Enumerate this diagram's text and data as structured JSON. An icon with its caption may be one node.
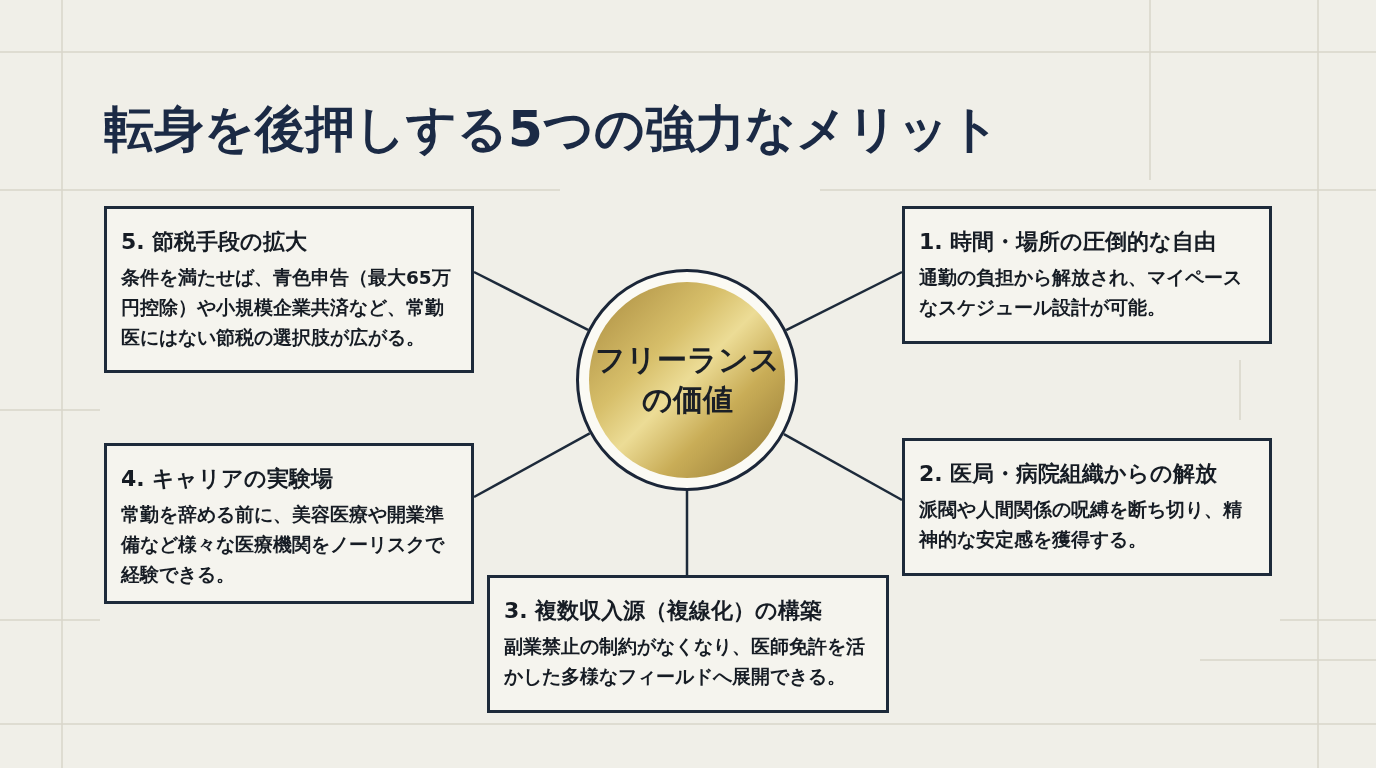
{
  "diagram": {
    "title": "転身を後押しする5つの強力なメリット",
    "nodes": [
      {
        "text": [
          "フリーランスの価値"
        ]
      },
      {
        "text": [
          "1. 時間・場所の圧倒的な自由",
          "通勤の負担から解放され、マイペースなスケジュール設計が可能。"
        ]
      },
      {
        "text": [
          "2. 医局・病院組織からの解放",
          "派閥や人間関係の呪縛を断ち切り、精神的な安定感を獲得する。"
        ]
      },
      {
        "text": [
          "3. 複数収入源（複線化）の構築",
          "副業禁止の制約がなくなり、医師免許を活かした多様なフィールドへ展開できる。"
        ]
      },
      {
        "text": [
          "4. キャリアの実験場",
          "常勤を辞める前に、美容医療や開業準備など様々な医療機関をノーリスクで経験できる。"
        ]
      },
      {
        "text": [
          "5. 節税手段の拡大",
          "条件を満たせば、青色申告（最大65万円控除）や小規模企業共済など、常勤医にはない節税の選択肢が広がる。"
        ]
      }
    ],
    "edges": [
      {
        "from": 0,
        "to": 1,
        "arrow": "none"
      },
      {
        "from": 0,
        "to": 2,
        "arrow": "none"
      },
      {
        "from": 0,
        "to": 3,
        "arrow": "none"
      },
      {
        "from": 0,
        "to": 4,
        "arrow": "none"
      },
      {
        "from": 0,
        "to": 5,
        "arrow": "none"
      }
    ]
  }
}
